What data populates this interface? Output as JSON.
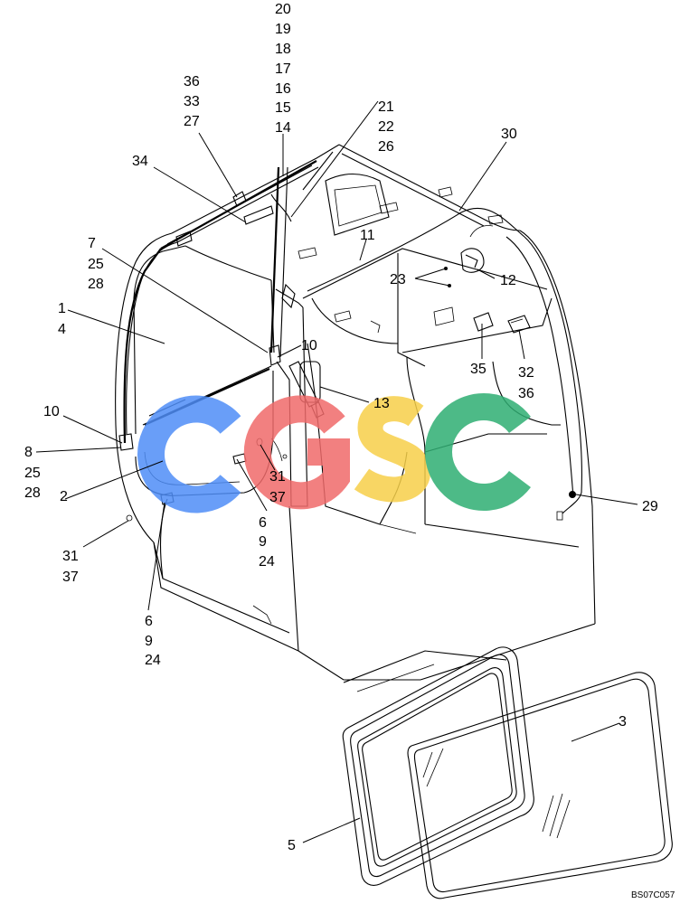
{
  "watermark": {
    "letters": [
      "C",
      "G",
      "S",
      "C"
    ],
    "colors": [
      "#4f8ef7",
      "#f06a6a",
      "#f7d04a",
      "#2fae73"
    ]
  },
  "diagram_code": "BS07C057",
  "callouts": {
    "c1_4": [
      "1",
      "4"
    ],
    "c2": [
      "2"
    ],
    "c3": [
      "3"
    ],
    "c5": [
      "5"
    ],
    "c6_9_24_a": [
      "6",
      "9",
      "24"
    ],
    "c6_9_24_b": [
      "6",
      "9",
      "24"
    ],
    "c7_25_28": [
      "7",
      "25",
      "28"
    ],
    "c8_25_28": [
      "8",
      "25",
      "28"
    ],
    "c10_a": [
      "10"
    ],
    "c10_b": [
      "10"
    ],
    "c11": [
      "11"
    ],
    "c12": [
      "12"
    ],
    "c13": [
      "13"
    ],
    "c20_14": [
      "20",
      "19",
      "18",
      "17",
      "16",
      "15",
      "14"
    ],
    "c21_22_26": [
      "21",
      "22",
      "26"
    ],
    "c23": [
      "23"
    ],
    "c29": [
      "29"
    ],
    "c30": [
      "30"
    ],
    "c31_37_a": [
      "31",
      "37"
    ],
    "c31_37_b": [
      "31",
      "37"
    ],
    "c32_36": [
      "32",
      "36"
    ],
    "c34": [
      "34"
    ],
    "c35": [
      "35"
    ],
    "c36_33_27": [
      "36",
      "33",
      "27"
    ]
  }
}
